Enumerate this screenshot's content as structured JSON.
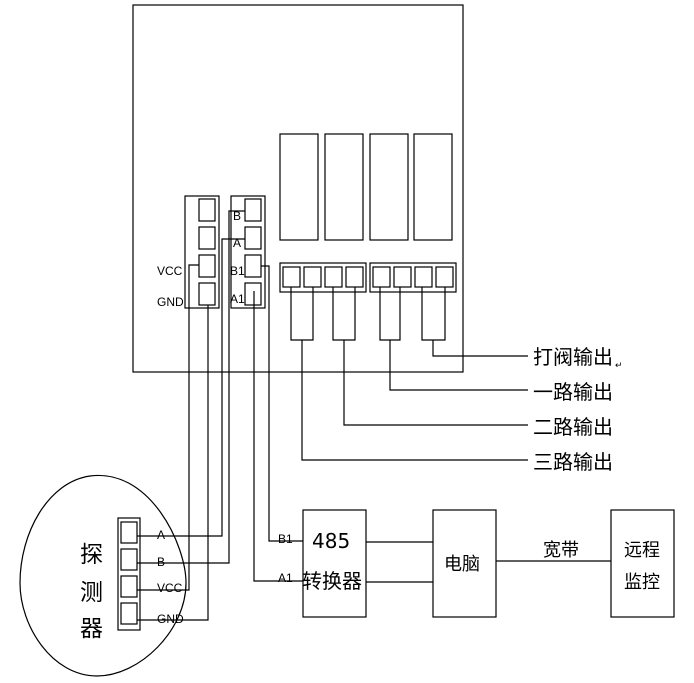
{
  "terminal_left": {
    "vcc": "VCC",
    "gnd": "GND"
  },
  "terminal_mid": {
    "b": "B",
    "a": "A",
    "b1": "B1",
    "a1": "A1"
  },
  "outputs": {
    "valve": "打阀输出",
    "valve_mark": "↵",
    "line1": "一路输出",
    "line2": "二路输出",
    "line3": "三路输出"
  },
  "detector": {
    "name_chars": [
      "探",
      "测",
      "器"
    ],
    "pins": [
      "A",
      "B",
      "VCC",
      "GND"
    ]
  },
  "converter": {
    "top": "485",
    "bottom": "转换器",
    "in_b1": "B1",
    "in_a1": "A1"
  },
  "computer": {
    "label": "电脑"
  },
  "link": {
    "label": "宽带"
  },
  "remote": {
    "line1": "远程",
    "line2": "监控"
  }
}
